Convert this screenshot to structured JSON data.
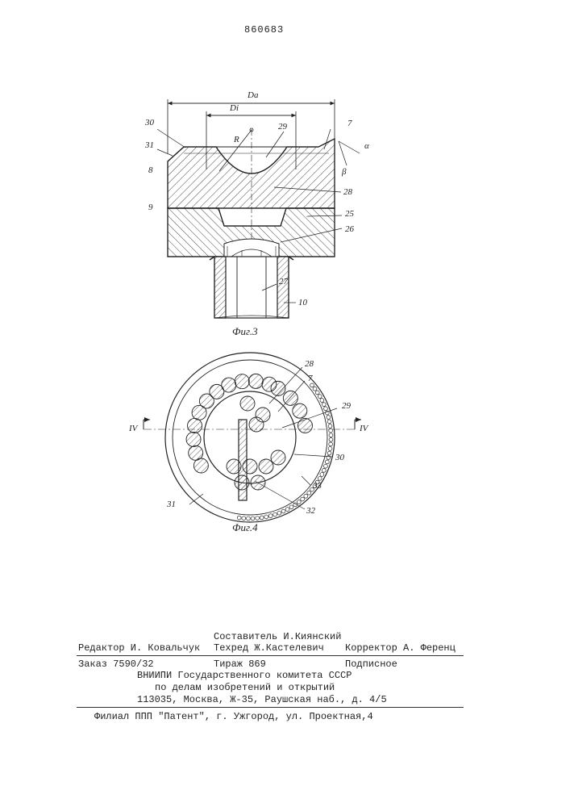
{
  "patent_number": "860683",
  "figure3": {
    "caption": "Фиг.3",
    "dim_outer": "Da",
    "dim_inner": "Di",
    "radius": "R",
    "angle_alpha": "α",
    "angle_beta": "β",
    "labels": {
      "l30": "30",
      "l31": "31",
      "l8": "8",
      "l9": "9",
      "l7": "7",
      "l29": "29",
      "l28": "28",
      "l25": "25",
      "l26": "26",
      "l27": "27",
      "l10": "10"
    }
  },
  "figure4": {
    "caption": "Фиг.4",
    "section_mark": "IV",
    "labels": {
      "l28": "28",
      "l7": "7",
      "l29": "29",
      "l30": "30",
      "l33": "33",
      "l31": "31",
      "l32": "32"
    }
  },
  "imprint": {
    "composer": "Составитель И.Киянский",
    "editor": "Редактор И. Ковальчук",
    "techred": "Техред Ж.Кастелевич",
    "corrector": "Корректор А. Ференц",
    "order": "Заказ 7590/32",
    "circulation": "Тираж 869",
    "subscription": "Подписное",
    "org_line1": "ВНИИПИ Государственного комитета СССР",
    "org_line2": "по делам изобретений и открытий",
    "address": "113035, Москва, Ж-35, Раушская наб., д. 4/5",
    "branch": "Филиал ППП \"Патент\", г. Ужгород, ул. Проектная,4"
  }
}
